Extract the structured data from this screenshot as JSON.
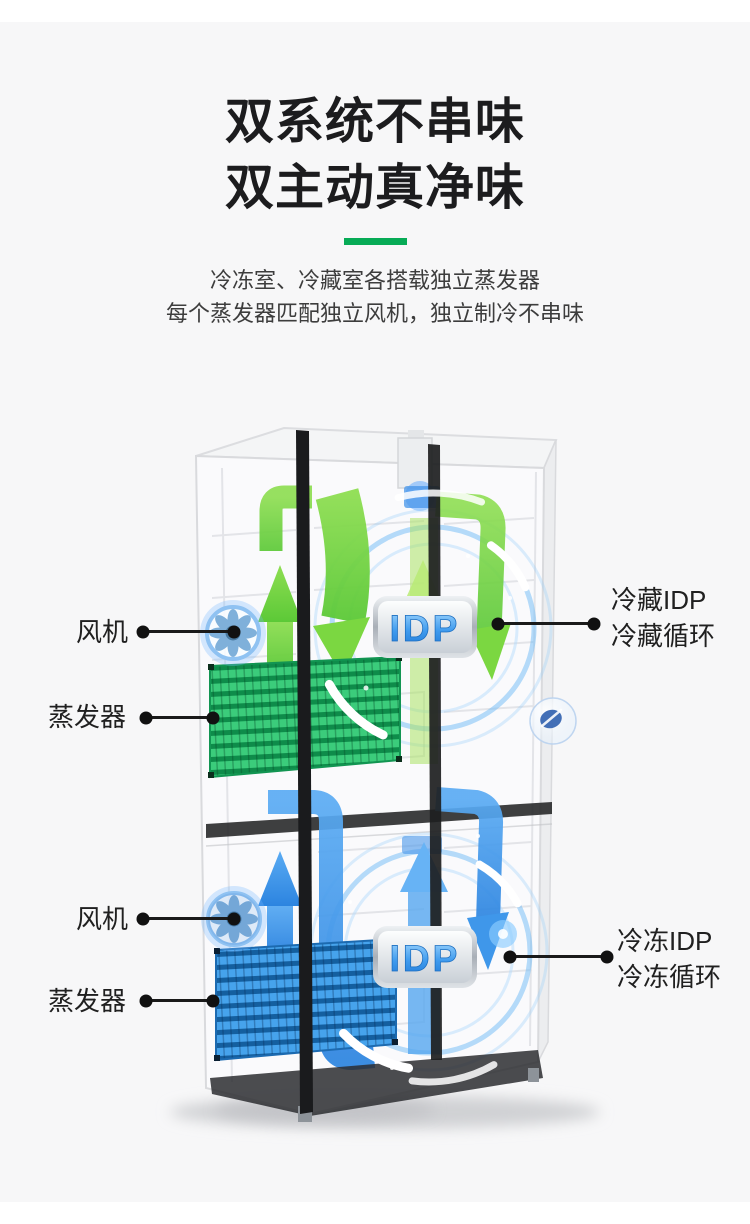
{
  "page": {
    "background": "#ffffff",
    "panel_background": "#f7f7f8"
  },
  "header": {
    "title_line1": "双系统不串味",
    "title_line2": "双主动真净味",
    "divider_color": "#07ab56",
    "subtitle_line1": "冷冻室、冷藏室各搭载独立蒸发器",
    "subtitle_line2": "每个蒸发器匹配独立风机，独立制冷不串味"
  },
  "diagram": {
    "fridge_badge": "IDP",
    "freezer_badge": "IDP",
    "labels": {
      "fan_top": "风机",
      "evaporator_top": "蒸发器",
      "fan_bottom": "风机",
      "evaporator_bottom": "蒸发器",
      "fridge_idp": "冷藏IDP",
      "fridge_cycle": "冷藏循环",
      "freezer_idp": "冷冻IDP",
      "freezer_cycle": "冷冻循环"
    },
    "colors": {
      "fridge_flow_green": "#7bd741",
      "freezer_flow_blue": "#3f97ea",
      "badge_letter_blue": "#2e8fe8",
      "callout_black": "#1a1a1a"
    },
    "icons": {
      "fan": "fan-icon",
      "evaporator": "evaporator-grid-icon",
      "bubble": "air-bubble-icon"
    }
  }
}
